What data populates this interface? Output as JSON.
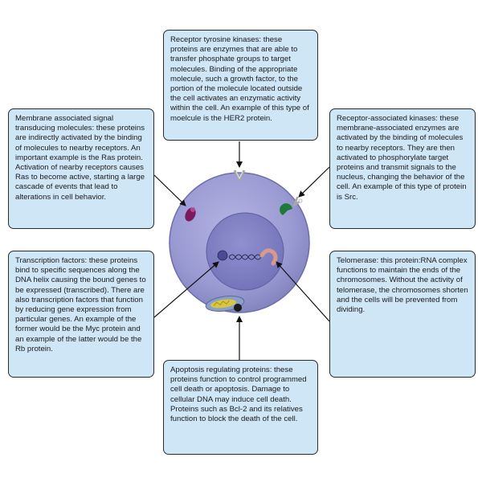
{
  "boxes": {
    "rtk": "Receptor tyrosine kinases: these proteins are enzymes that are able to transfer phosphate groups to target molecules. Binding of the appropriate molecule, such a growth factor, to the portion of the molecule located outside the cell activates an enzymatic activity within the cell. An example of this type of moelcule is the HER2 protein.",
    "membrane_signal": "Membrane associated signal transducing molecules: these proteins are indirectly activated by the binding of molecules to nearby receptors. An important example is the Ras protein. Activation of nearby receptors causes Ras to become active, starting a large cascade of events that lead to alterations in cell behavior.",
    "receptor_kinases": "Receptor-associated kinases: these membrane-associated enzymes are activated by the binding of molecules to nearby receptors. They are then activated to phosphorylate target proteins and transmit signals to the nucleus, changing the behavior of the cell. An example of this type of protein is Src.",
    "transcription_factors": "Transcription factors: these proteins bind to specific sequences along the DNA helix causing the bound genes to be expressed (transcribed). There are also transcription factors that function by reducing gene expression from particular genes. An example of the former would be the Myc protein and an example of the latter would be the Rb protein.",
    "telomerase": "Telomerase: this protein:RNA complex functions to maintain the ends of the chromosomes. Without the activity of telomerase, the chromosomes shorten and the cells will be prevented from dividing.",
    "apoptosis": "Apoptosis regulating proteins: these proteins function to control programmed cell death or apoptosis. Damage to cellular DNA may induce cell death. Proteins such as Bcl-2 and its relatives function to block the death of the cell."
  },
  "colors": {
    "box_fill": "#cfe6f7",
    "cell": "#9b9bd4",
    "nucleus": "#7f7fc6",
    "ras": "#7a1a5c",
    "src": "#1f7a3a",
    "receptor": "#a8a8a8",
    "telomerase": "#d89a8a",
    "tf": "#5b5ba8",
    "mitochondrion": "#d8c640"
  }
}
